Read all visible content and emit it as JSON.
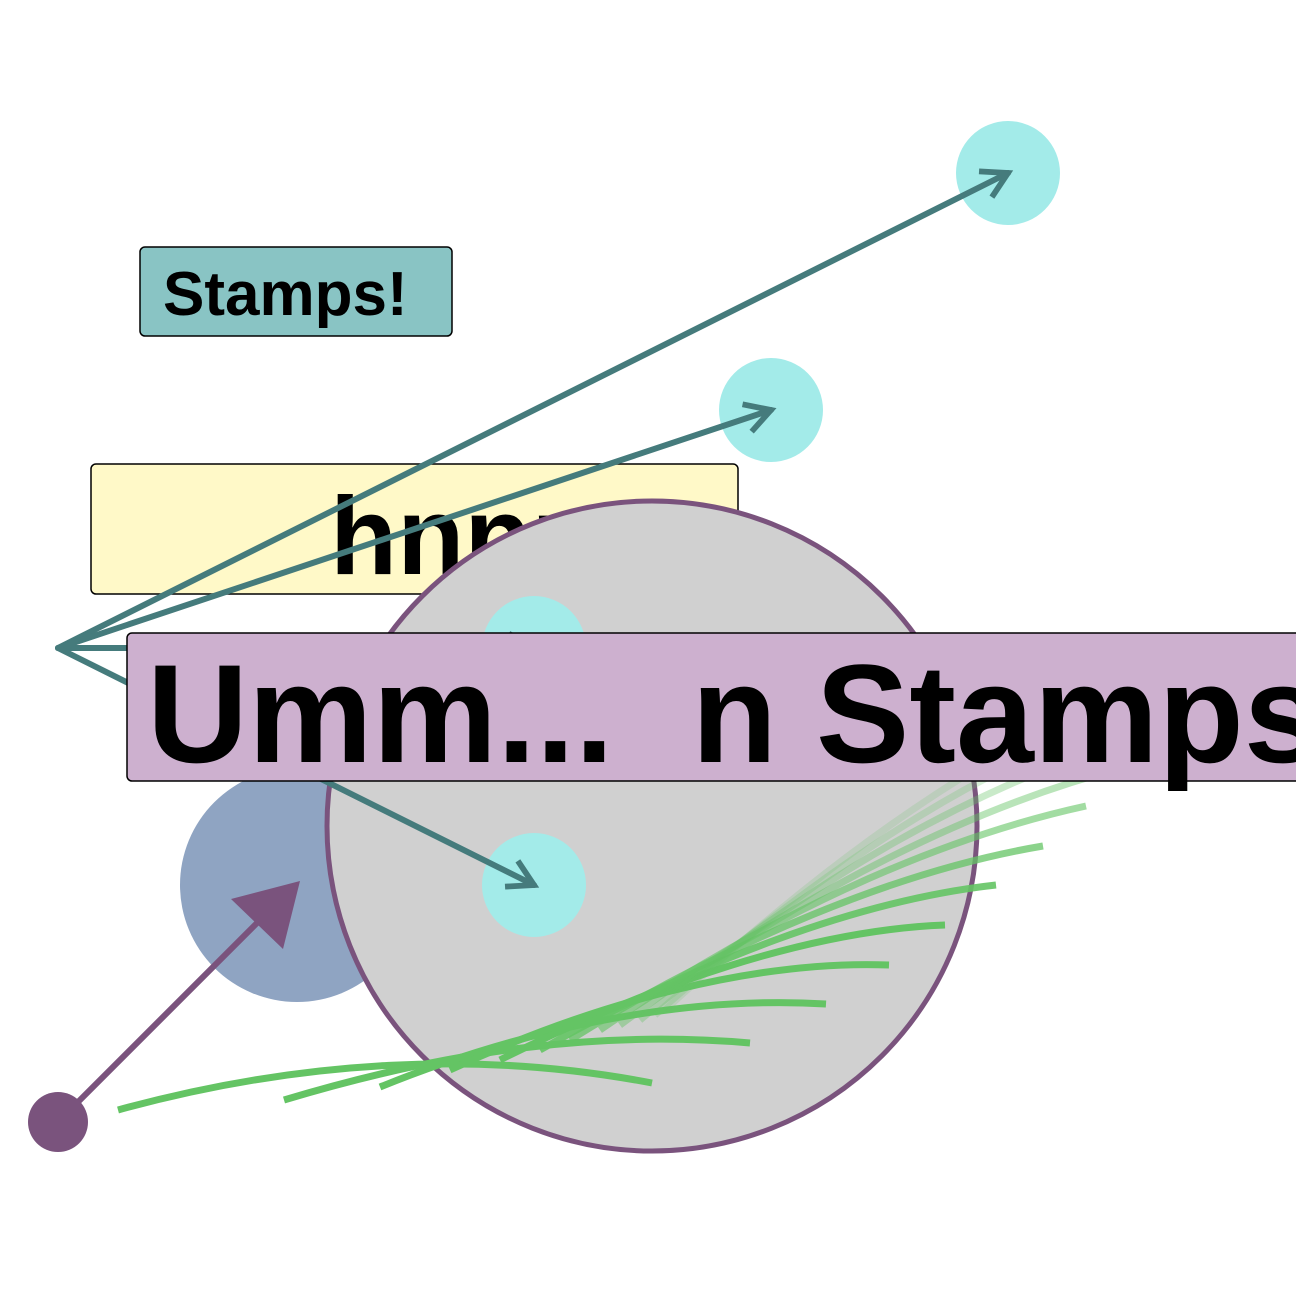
{
  "labels": {
    "stamps": "Stamps!",
    "partial": "hnnn",
    "banner": "Umm...  n Stamps"
  },
  "colors": {
    "stamps_box": "#89c4c4",
    "partial_box": "#fff9c8",
    "banner_box": "#cdb0cf",
    "big_circle_fill": "#d0d0d0",
    "big_circle_stroke": "#7a537d",
    "blue_circle": "#8fa4c2",
    "cyan_dot": "#a3ebe9",
    "teal_arrow": "#457b7c",
    "purple_arrow": "#7a537d",
    "green_strokes": "#64c464"
  },
  "icons": {
    "source_node": "purple-dot-icon",
    "targets": "cyan-dot-icon"
  }
}
